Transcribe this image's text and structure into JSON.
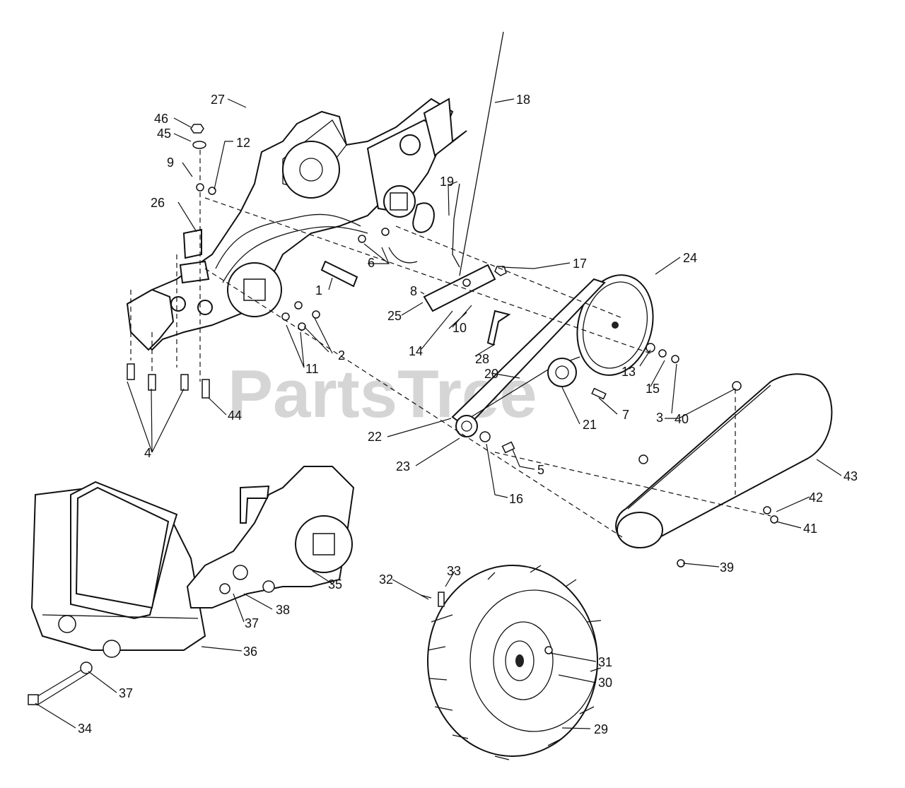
{
  "watermark": "PartsTree",
  "callouts": [
    "1",
    "2",
    "3",
    "4",
    "5",
    "6",
    "7",
    "8",
    "9",
    "10",
    "11",
    "12",
    "13",
    "14",
    "15",
    "16",
    "17",
    "18",
    "19",
    "20",
    "21",
    "22",
    "23",
    "24",
    "25",
    "26",
    "27",
    "28",
    "29",
    "30",
    "31",
    "32",
    "33",
    "34",
    "35",
    "36",
    "37",
    "38",
    "39",
    "40",
    "41",
    "42",
    "43",
    "44",
    "45",
    "46"
  ]
}
